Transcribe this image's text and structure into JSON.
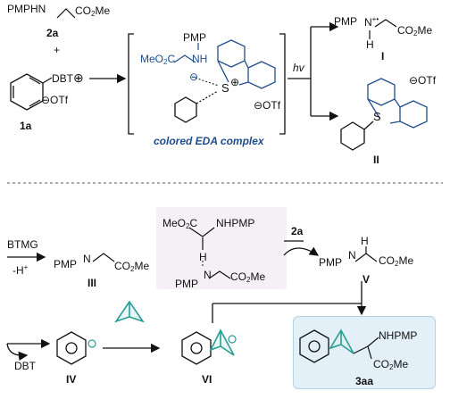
{
  "step1": {
    "amine": {
      "prefix": "PMPHN",
      "ester": "CO",
      "ester_sub": "2",
      "ester_suffix": "Me"
    },
    "amine_label": "2a",
    "plus": "+",
    "reagent": {
      "dbt": "DBT",
      "charge": "⊕",
      "anion": "⊖OTf"
    },
    "reagent_label": "1a",
    "complex": {
      "ester": "MeO",
      "ester_mid": "C",
      "ester_sub": "2",
      "nh": "NH",
      "pmp": "PMP",
      "s": "S",
      "otf": "⊖OTf",
      "minus": "⊖",
      "plus": "⊕"
    },
    "complex_caption": "colored EDA complex",
    "light": "hv",
    "radical_cation": {
      "pmp": "PMP",
      "n": "N",
      "charge": "+•",
      "h": "H",
      "ester": "CO",
      "ester_sub": "2",
      "ester_suffix": "Me"
    },
    "radical_cation_label": "I",
    "byproduct": {
      "s": "S",
      "otf": "⊖OTf"
    },
    "byproduct_label": "II"
  },
  "step2": {
    "base": "BTMG",
    "deprotonation": "-H",
    "deprotonation_sup": "+",
    "aminyl": {
      "pmp": "PMP",
      "n": "N",
      "ester": "CO",
      "ester_sub": "2",
      "ester_suffix": "Me"
    },
    "aminyl_label": "III",
    "hat": {
      "ester": "MeO",
      "ester_mid": "C",
      "ester_sub": "2",
      "nhpmp": "NHPMP",
      "h": "H",
      "n": "N",
      "pmp": "PMP",
      "ester2": "CO",
      "ester2_sub": "2",
      "ester2_suffix": "Me"
    },
    "reagent_in": "2a",
    "radical": {
      "pmp": "PMP",
      "n": "N",
      "h": "H",
      "ester": "CO",
      "ester_sub": "2",
      "ester_suffix": "Me"
    },
    "radical_label": "V"
  },
  "step3": {
    "leaving": "DBT",
    "phenyl_label": "IV",
    "bcb_label": "VI",
    "product": {
      "nhpmp": "NHPMP",
      "ester": "CO",
      "ester_sub": "2",
      "ester_suffix": "Me"
    },
    "product_label": "3aa"
  },
  "colors": {
    "accent": "#1f4e8c",
    "teal": "#2a9d96",
    "box_gray": "#f4f0f5",
    "box_blue": "#e3f0f8"
  }
}
